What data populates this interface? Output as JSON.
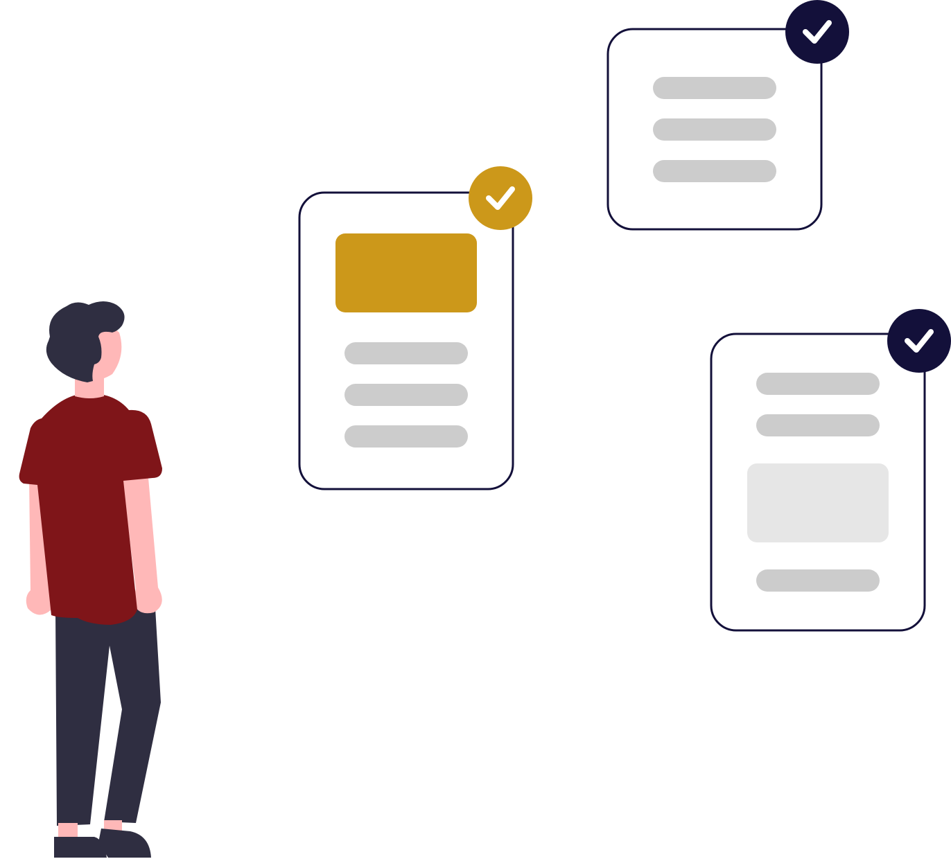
{
  "illustration": {
    "subject": "person-reviewing-approved-documents",
    "colors": {
      "background": "#ffffff",
      "outline": "#13103a",
      "accent": "#cc981a",
      "placeholder_bar": "#cccccc",
      "placeholder_block": "#e6e6e6",
      "check_mark": "#ffffff",
      "skin": "#ffb8b8",
      "hair": "#2f2e41",
      "shirt": "#7f1519",
      "pants": "#2f2e41",
      "shoes": "#2f2e41"
    },
    "cards": [
      {
        "id": "card-left",
        "badge": "check-icon",
        "badge_color": "#cc981a",
        "contents": [
          "image-placeholder",
          "text-line",
          "text-line",
          "text-line"
        ]
      },
      {
        "id": "card-top-right",
        "badge": "check-icon",
        "badge_color": "#13103a",
        "contents": [
          "text-line",
          "text-line",
          "text-line"
        ]
      },
      {
        "id": "card-bottom-right",
        "badge": "check-icon",
        "badge_color": "#13103a",
        "contents": [
          "text-line",
          "text-line",
          "image-placeholder",
          "text-line"
        ]
      }
    ],
    "person": {
      "pose": "standing",
      "facing": "right"
    }
  }
}
